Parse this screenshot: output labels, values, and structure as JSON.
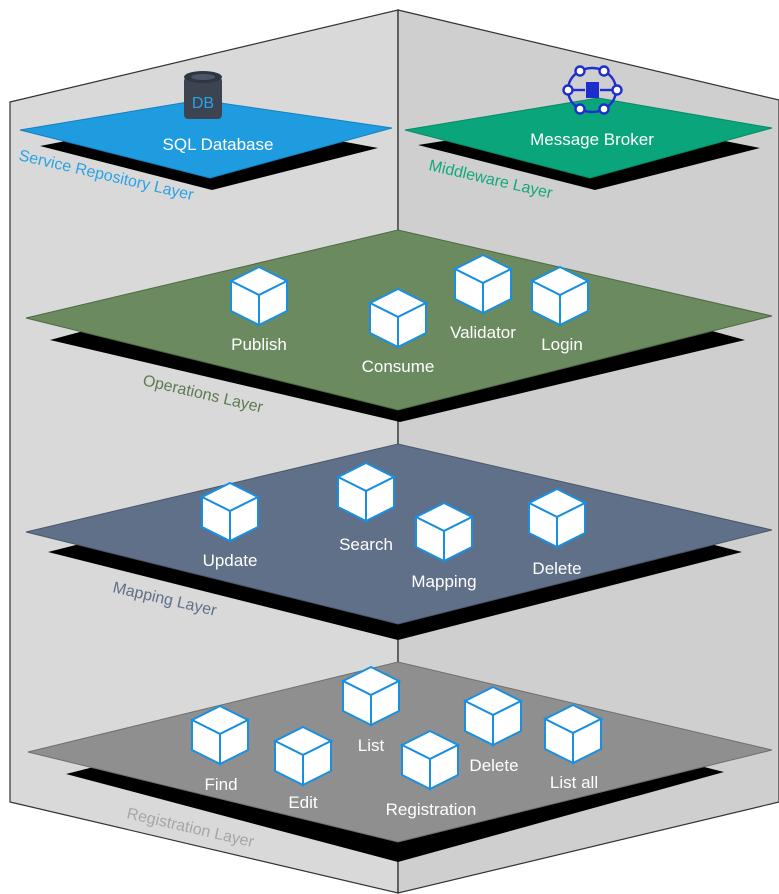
{
  "colors": {
    "wall_left": "#d9d9d9",
    "wall_right": "#cfcfcf",
    "cube_fill": "#ffffff",
    "cube_stroke": "#1a8fe0",
    "shadow": "#000000"
  },
  "top_planes": [
    {
      "key": "sql",
      "title": "SQL Database",
      "label": "Service Repository Layer",
      "color": "#1f9ce0",
      "label_color": "#2aa3e4",
      "icon": "database-icon",
      "icon_text": "DB"
    },
    {
      "key": "broker",
      "title": "Message Broker",
      "label": "Middleware Layer",
      "color": "#0aa57a",
      "label_color": "#12a87c",
      "icon": "message-broker-icon"
    }
  ],
  "layers": [
    {
      "key": "operations",
      "label": "Operations Layer",
      "color": "#6b8a5f",
      "label_color": "#5d7a52",
      "services": [
        "Publish",
        "Consume",
        "Validator",
        "Login"
      ]
    },
    {
      "key": "mapping",
      "label": "Mapping Layer",
      "color": "#5f7088",
      "label_color": "#5f7088",
      "services": [
        "Update",
        "Search",
        "Mapping",
        "Delete"
      ]
    },
    {
      "key": "registration",
      "label": "Registration Layer",
      "color": "#8f8f8f",
      "label_color": "#a6a6a6",
      "services": [
        "Find",
        "Edit",
        "List",
        "Registration",
        "Delete",
        "List all"
      ]
    }
  ]
}
